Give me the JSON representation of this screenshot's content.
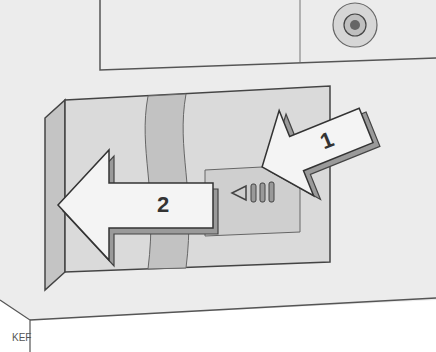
{
  "diagram": {
    "nodes": [
      {
        "text": [
          "1"
        ]
      },
      {
        "text": [
          "2"
        ]
      }
    ],
    "labels": [
      "KEF"
    ]
  }
}
